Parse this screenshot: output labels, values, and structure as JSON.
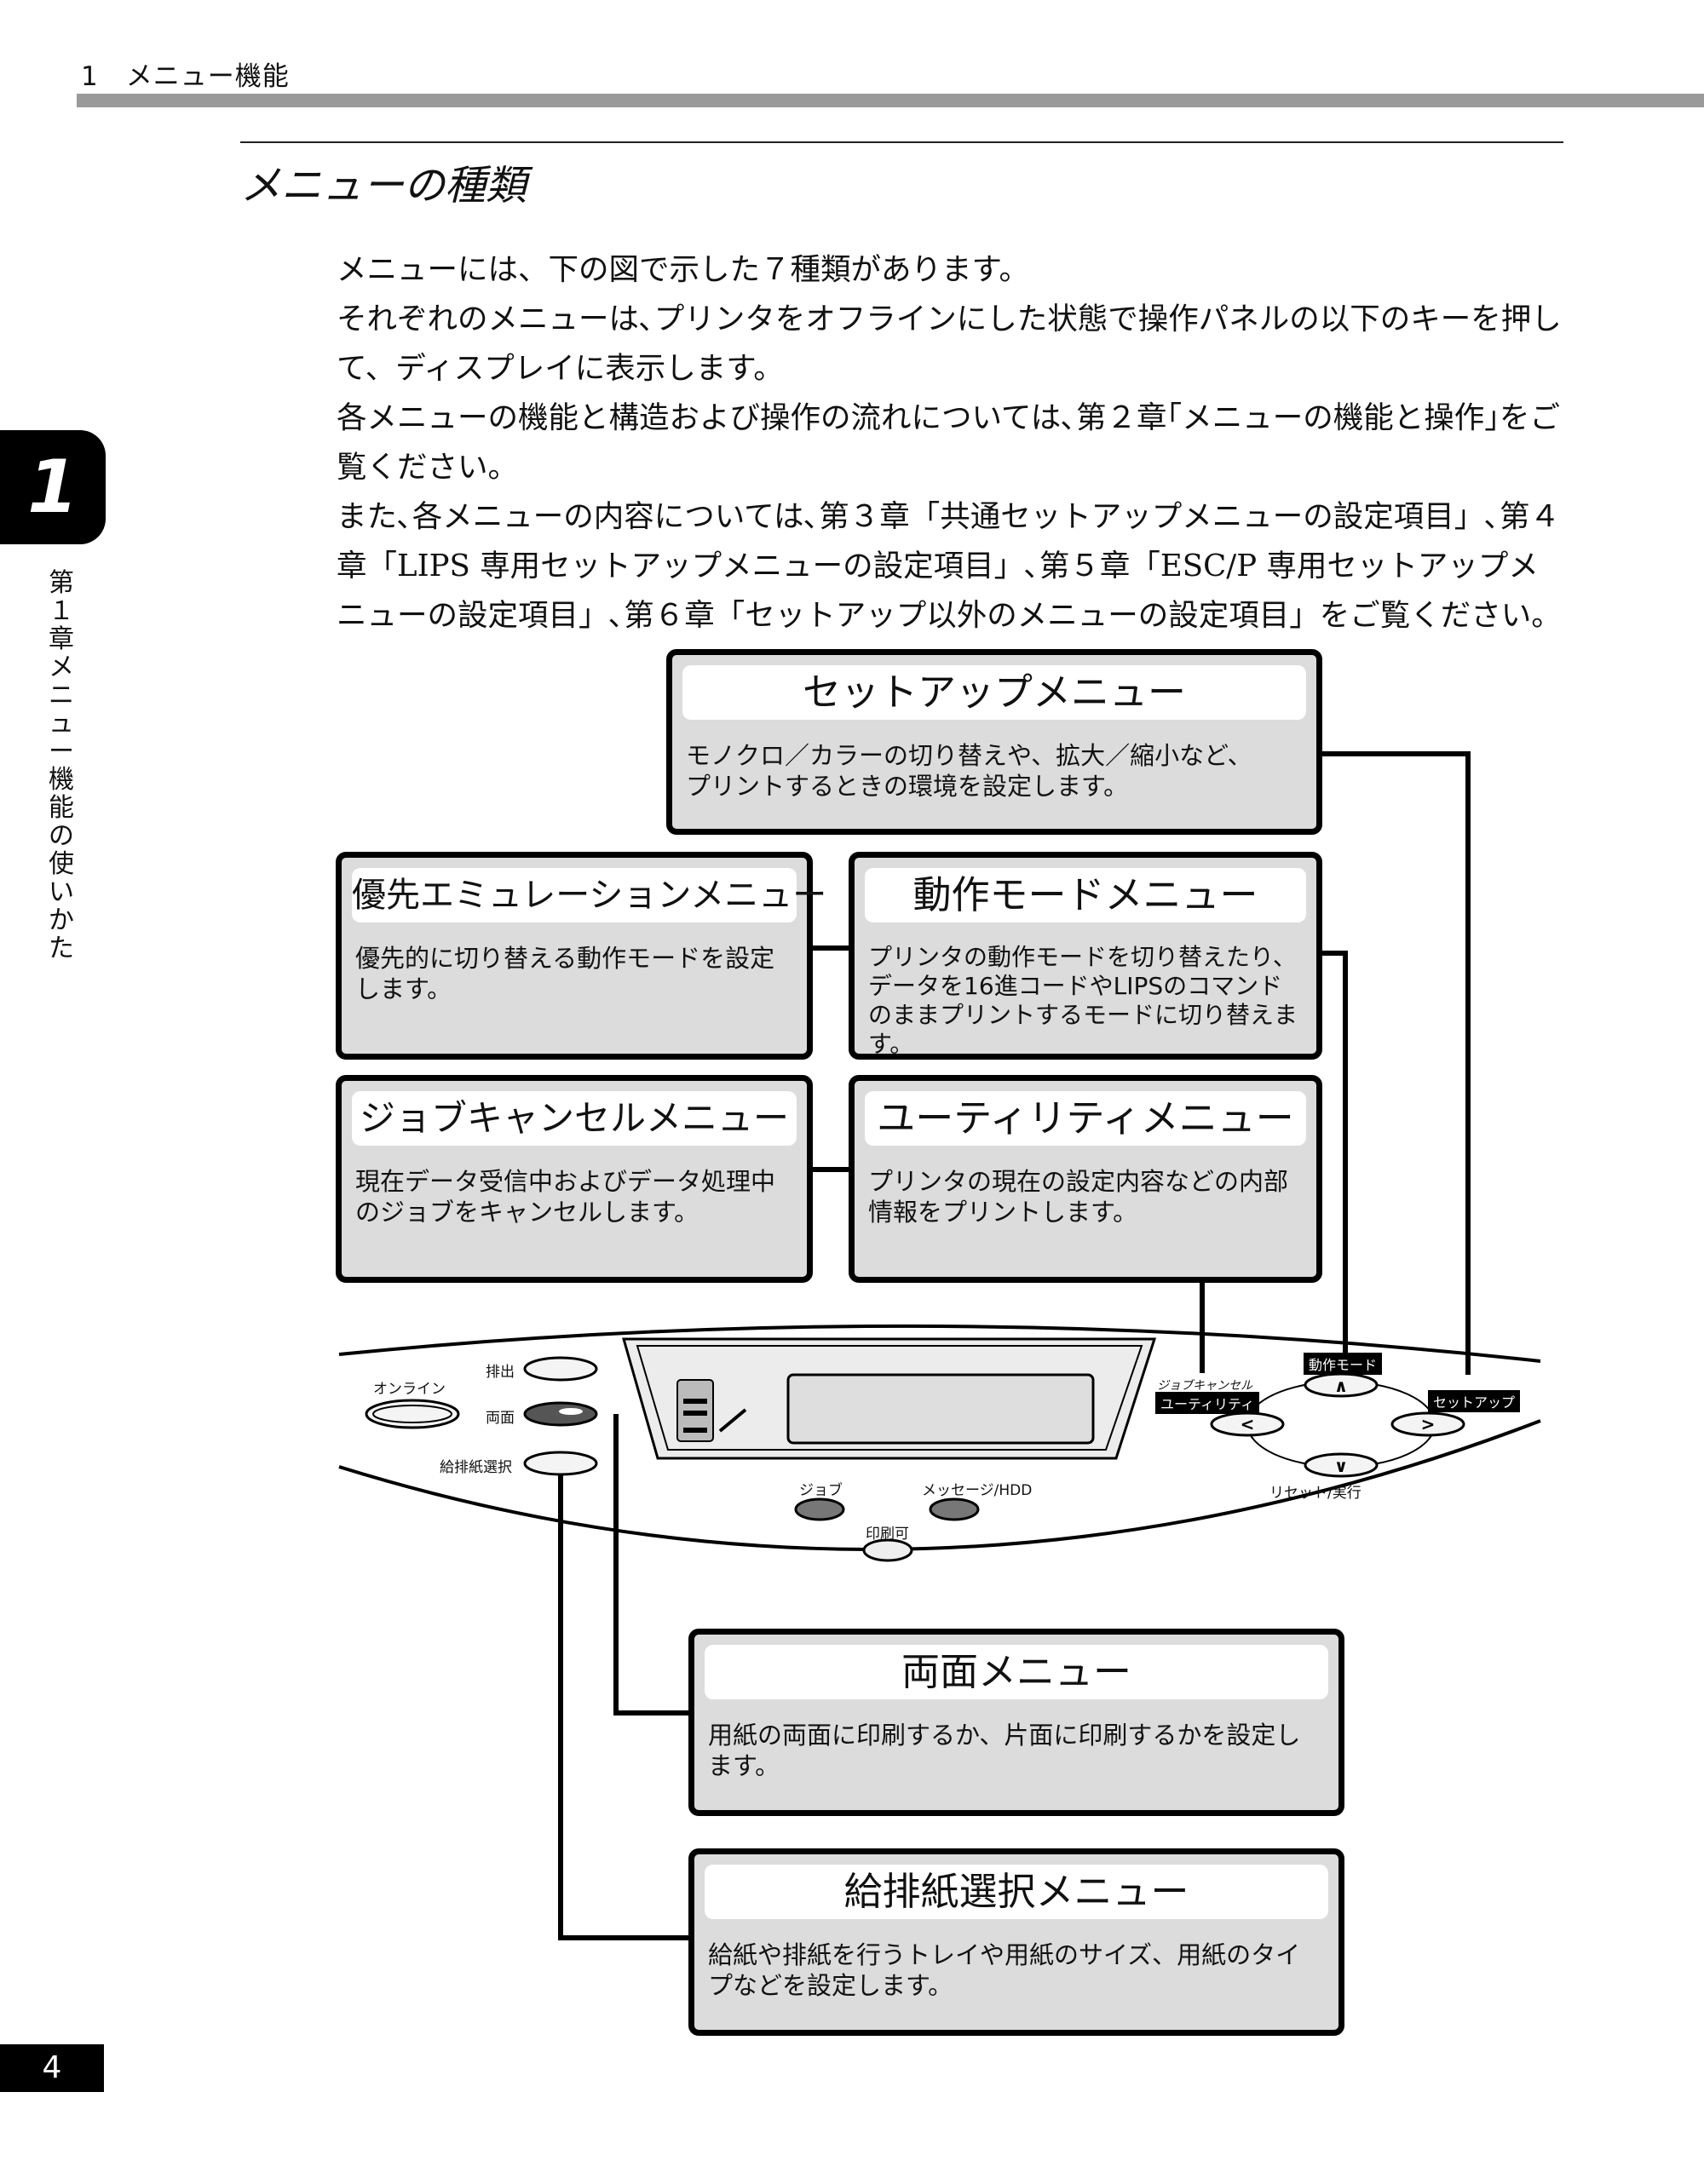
{
  "header": {
    "text": "1　メニュー機能"
  },
  "section_title": "メニューの種類",
  "body": [
    "メニューには、下の図で示した７種類があります。",
    "それぞれのメニューは､プリンタをオフラインにした状態で操作パネルの以下のキーを押して、ディスプレイに表示します。",
    "各メニューの機能と構造および操作の流れについては､第２章｢メニューの機能と操作｣をご覧ください。",
    "また､各メニューの内容については､第３章「共通セットアップメニューの設定項目」､第４章「LIPS 専用セットアップメニューの設定項目」､第５章「ESC/P 専用セットアップメニューの設定項目」､第６章「セットアップ以外のメニューの設定項目」をご覧ください。"
  ],
  "chapter": {
    "number": "1",
    "side_label": "第１章　メニュー機能の使いかた"
  },
  "page_number": "4",
  "menus": {
    "setup": {
      "title": "セットアップメニュー",
      "desc": "モノクロ／カラーの切り替えや、拡大／縮小など、プリントするときの環境を設定します。"
    },
    "priority": {
      "title": "優先エミュレーションメニュー",
      "desc": "優先的に切り替える動作モードを設定します。"
    },
    "mode": {
      "title": "動作モードメニュー",
      "desc": "プリンタの動作モードを切り替えたり、データを16進コードやLIPSのコマンドのままプリントするモードに切り替えます。"
    },
    "jobcancel": {
      "title": "ジョブキャンセルメニュー",
      "desc": "現在データ受信中およびデータ処理中のジョブをキャンセルします。"
    },
    "utility": {
      "title": "ユーティリティメニュー",
      "desc": "プリンタの現在の設定内容などの内部情報をプリントします。"
    },
    "duplex": {
      "title": "両面メニュー",
      "desc": "用紙の両面に印刷するか、片面に印刷するかを設定します。"
    },
    "paper": {
      "title": "給排紙選択メニュー",
      "desc": "給紙や排紙を行うトレイや用紙のサイズ、用紙のタイプなどを設定します。"
    }
  },
  "panel": {
    "online": "オンライン",
    "eject": "排出",
    "duplex": "両面",
    "paper_select": "給排紙選択",
    "job": "ジョブ",
    "message": "メッセージ/",
    "hdd": "HDD",
    "print_ready": "印刷可",
    "job_cancel": "ジョブキャンセル",
    "utility": "ユーティリティ",
    "mode": "動作モード",
    "setup": "セットアップ",
    "reset": "リセット/",
    "execute": "実行"
  }
}
